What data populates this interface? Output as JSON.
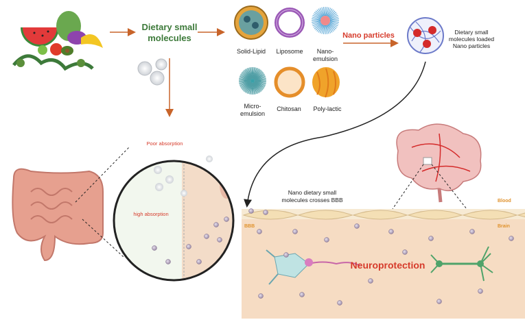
{
  "labels": {
    "dietary_small_molecules": "Dietary small molecules",
    "nano_particles": "Nano particles",
    "loaded_np": "Dietary small molecules loaded Nano particles",
    "crosses_bbb": "Nano dietary small molecules crosses BBB",
    "neuroprotection": "Neuroprotection",
    "blood": "Blood",
    "brain": "Brain",
    "bbb": "BBB",
    "poor_absorption": "Poor absorption",
    "high_absorption": "high absorption"
  },
  "carriers": [
    "Solid-Lipid",
    "Liposome",
    "Nano-emulsion",
    "Micro-emulsion",
    "Chitosan",
    "Poly-lactic"
  ],
  "colors": {
    "arrow": "#c8642a",
    "green_text": "#3d7a3a",
    "red_text": "#d63b2b",
    "brain_region": "#f6dcc3",
    "blood_vessel": "#f7ead3",
    "orange_label": "#e0922d"
  }
}
